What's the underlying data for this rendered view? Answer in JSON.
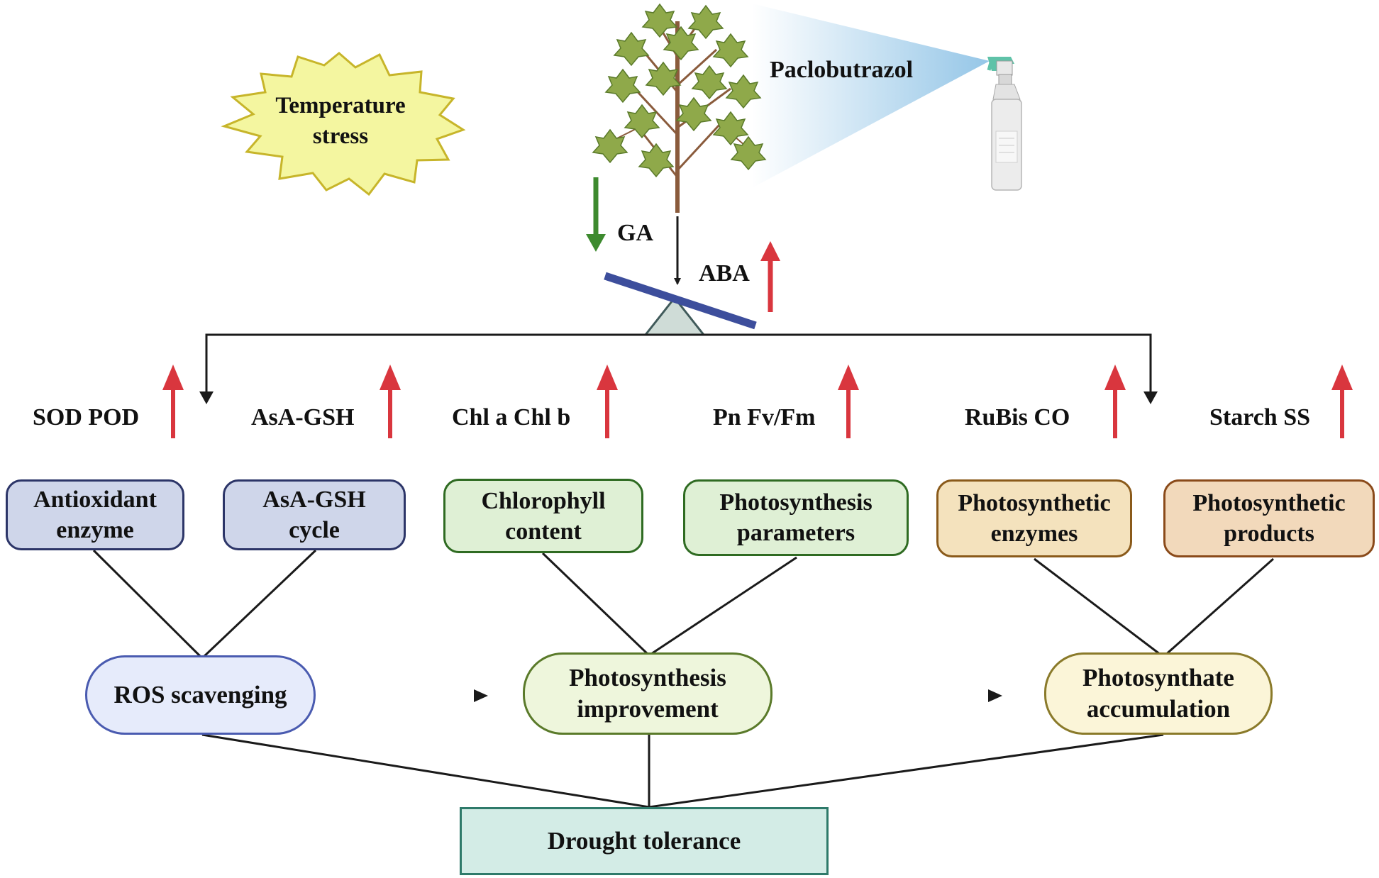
{
  "stress": {
    "line1": "Temperature",
    "line2": "stress"
  },
  "treatment": {
    "label": "Paclobutrazol"
  },
  "hormones": {
    "ga": "GA",
    "aba": "ABA"
  },
  "indicators": [
    {
      "label": "SOD POD"
    },
    {
      "label": "AsA-GSH"
    },
    {
      "label": "Chl a Chl b"
    },
    {
      "label": "Pn Fv/Fm"
    },
    {
      "label": "RuBis CO"
    },
    {
      "label": "Starch SS"
    }
  ],
  "categories": [
    {
      "line1": "Antioxidant",
      "line2": "enzyme",
      "fill": "#cfd6ea",
      "border": "#2c3568"
    },
    {
      "line1": "AsA-GSH",
      "line2": "cycle",
      "fill": "#cfd6ea",
      "border": "#2c3568"
    },
    {
      "line1": "Chlorophyll",
      "line2": "content",
      "fill": "#dff0d5",
      "border": "#2f6b22"
    },
    {
      "line1": "Photosynthesis",
      "line2": "parameters",
      "fill": "#dff0d5",
      "border": "#2f6b22"
    },
    {
      "line1": "Photosynthetic",
      "line2": "enzymes",
      "fill": "#f4e2bd",
      "border": "#8a5a1a"
    },
    {
      "line1": "Photosynthetic",
      "line2": "products",
      "fill": "#f2d9bb",
      "border": "#8a4a1a"
    }
  ],
  "outcomes": [
    {
      "line1": "ROS scavenging",
      "line2": "",
      "fill": "#e6ebfb",
      "border": "#4a5bb0"
    },
    {
      "line1": "Photosynthesis",
      "line2": "improvement",
      "fill": "#eef6dc",
      "border": "#5a7a2a"
    },
    {
      "line1": "Photosynthate",
      "line2": "accumulation",
      "fill": "#fbf5d8",
      "border": "#8a7a2a"
    }
  ],
  "result": {
    "label": "Drought tolerance",
    "fill": "#d3ece6",
    "border": "#2e7a6a"
  },
  "colors": {
    "up_arrow": "#d9363e",
    "down_arrow": "#3d8a2e",
    "seesaw_beam": "#3d4e9c",
    "seesaw_base": "#cfdcd7"
  }
}
